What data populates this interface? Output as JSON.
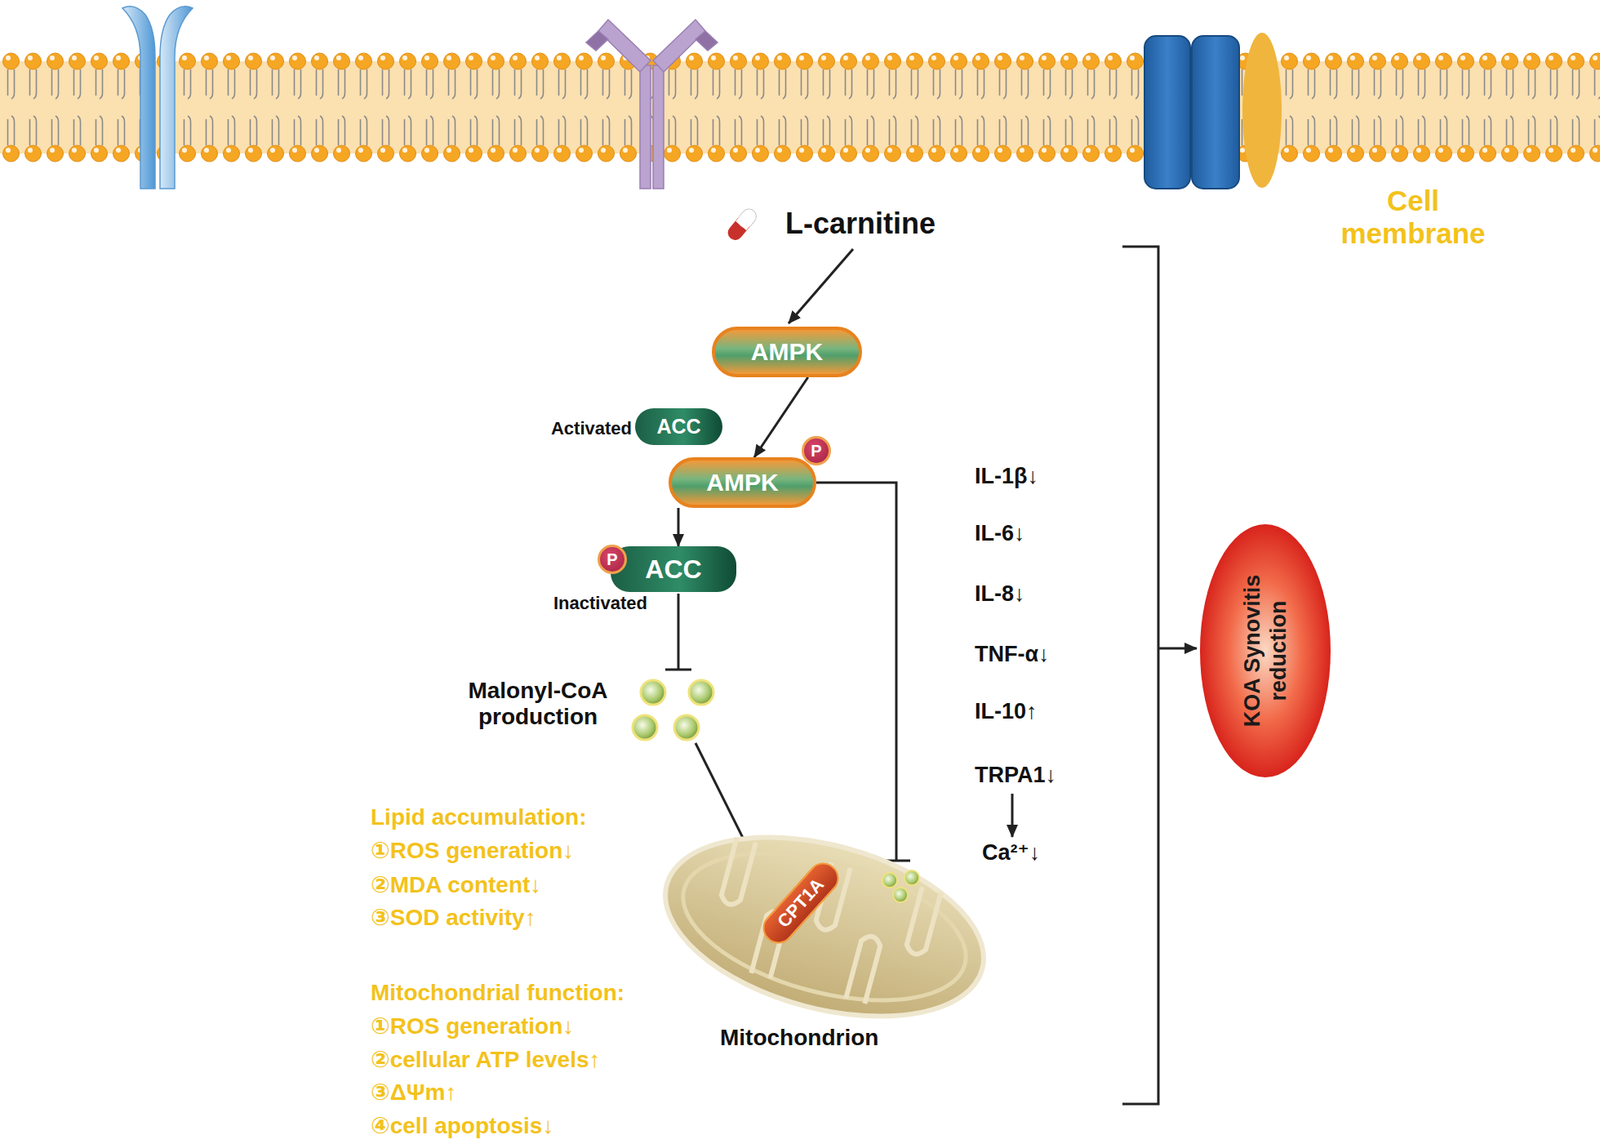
{
  "diagram": {
    "nodes": [
      {
        "text": [
          "AMPK"
        ]
      },
      {
        "text": [
          "ACC",
          "Activated"
        ]
      },
      {
        "text": [
          "AMPK"
        ]
      },
      {
        "text": [
          "P"
        ],
        "in": 2
      },
      {
        "text": [
          "ACC",
          "Inactivated"
        ]
      },
      {
        "text": [
          "P"
        ],
        "in": 4
      },
      {
        "text": [
          "Mitochondrion"
        ]
      },
      {
        "text": [
          "CPT1A"
        ],
        "in": 6
      },
      {
        "text": [
          "KOA Synovitis reduction"
        ]
      }
    ],
    "edges": [
      {
        "from": 0,
        "to": 2,
        "arrow": "to"
      },
      {
        "from": 2,
        "to": 4,
        "arrow": "to"
      },
      {
        "from": 2,
        "to": 6,
        "arrow": "to"
      }
    ],
    "labels": [
      "Cell membrane",
      "L-carnitine",
      "Malonyl-CoA production",
      "Lipid accumulation:",
      "①ROS generation↓",
      "②MDA content↓",
      "③SOD activity↑",
      "Mitochondrial function:",
      "①ROS generation↓",
      "②cellular ATP levels↑",
      "③ΔΨm↑",
      "④cell apoptosis↓",
      "IL-1β↓",
      "IL-6↓",
      "IL-8↓",
      "TNF-α↓",
      "IL-10↑",
      "TRPA1↓",
      "Ca²⁺↓"
    ]
  }
}
